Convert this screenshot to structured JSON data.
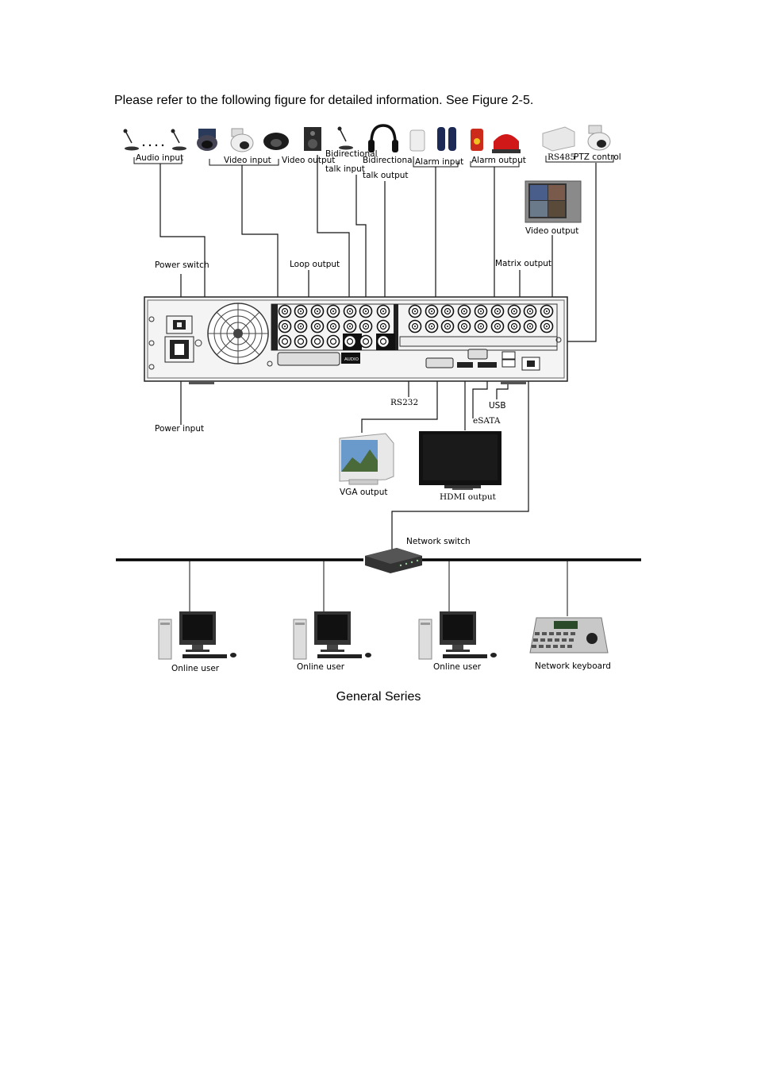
{
  "intro_text": "Please refer to the following figure for detailed information. See Figure 2-5.",
  "caption": "General Series",
  "labels": {
    "audio_input": "Audio input",
    "video_input": "Video input",
    "video_output_top": "Video output",
    "bidirectional_talk_input_1": "Bidirectional",
    "bidirectional_talk_input_2": "talk input",
    "bidirectional_talk_output_1": "Bidirectional",
    "bidirectional_talk_output_2": "talk output",
    "alarm_input": "Alarm input",
    "alarm_output": "Alarm output",
    "rs485": "RS485",
    "ptz_control": "PTZ control",
    "video_output_monitor": "Video output",
    "power_switch": "Power switch",
    "loop_output": "Loop output",
    "matrix_output": "Matrix output",
    "rs232": "RS232",
    "usb": "USB",
    "esata": "eSATA",
    "power_input": "Power input",
    "vga_output": "VGA output",
    "hdmi_output": "HDMI output",
    "network_switch": "Network switch",
    "online_user_1": "Online user",
    "online_user_2": "Online user",
    "online_user_3": "Online user",
    "network_keyboard": "Network keyboard",
    "panel_audio": "AUDIO"
  }
}
